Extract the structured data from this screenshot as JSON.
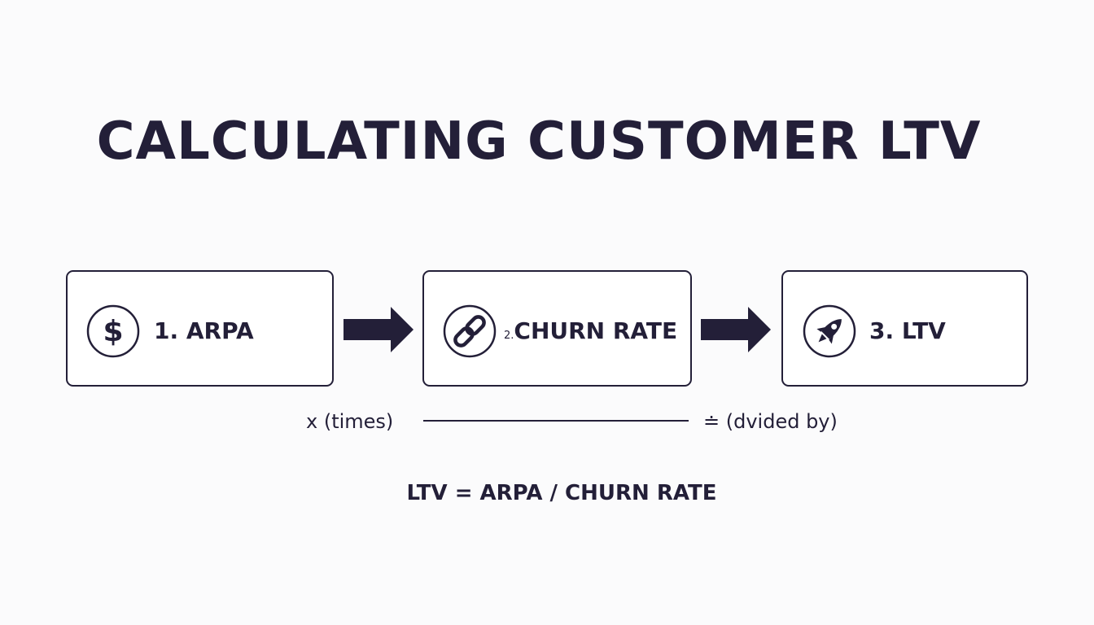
{
  "title": "CALCULATING CUSTOMER LTV",
  "steps": [
    {
      "number": "1.",
      "label": "ARPA",
      "icon": "dollar-icon"
    },
    {
      "number": "2.",
      "label": "CHURN RATE",
      "icon": "link-icon"
    },
    {
      "number": "3.",
      "label": "LTV",
      "icon": "rocket-icon"
    }
  ],
  "operators": {
    "times": "x (times)",
    "divided": "≐ (dvided by)"
  },
  "formula": "LTV = ARPA / CHURN RATE",
  "colors": {
    "ink": "#231f38",
    "background": "#fbfbfc",
    "box_fill": "#ffffff"
  }
}
